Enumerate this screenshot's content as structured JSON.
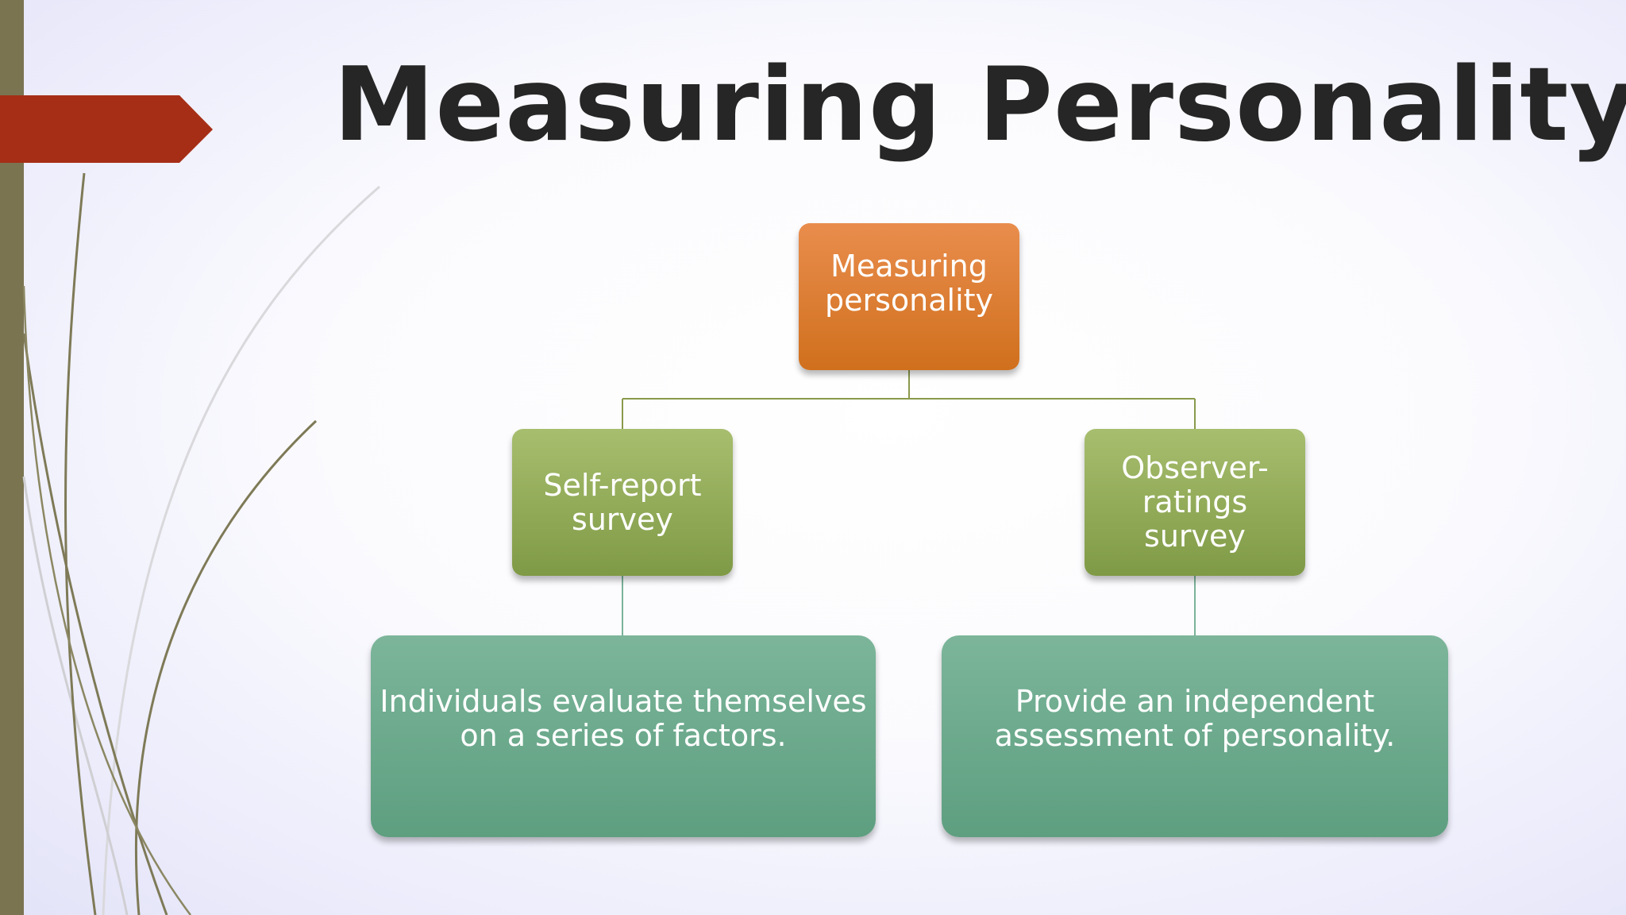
{
  "slide": {
    "title": "Measuring Personality"
  },
  "diagram": {
    "root": {
      "label": "Measuring\npersonality"
    },
    "branches": [
      {
        "label": "Self-report\nsurvey",
        "description": "Individuals evaluate themselves\non a series of factors."
      },
      {
        "label": "Observer-\nratings\nsurvey",
        "description": "Provide an independent\nassessment of personality."
      }
    ]
  },
  "colors": {
    "title": "#262626",
    "root_box": "#de7e33",
    "branch_box": "#93ad5a",
    "leaf_box": "#6eaa8d",
    "connector": "#8a9a4c",
    "accent_arrow": "#a62e16",
    "side_bar": "#7a7451"
  }
}
